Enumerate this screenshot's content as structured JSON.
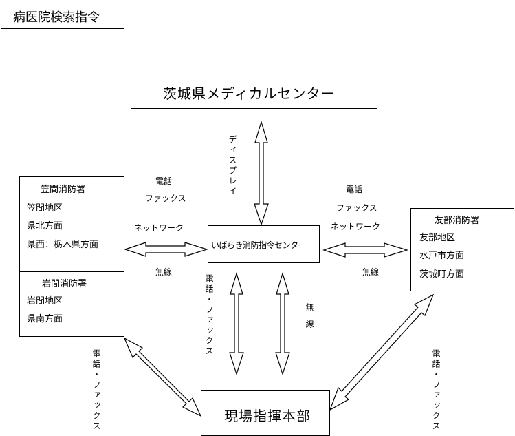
{
  "title": "病医院検索指令",
  "nodes": {
    "medical_center": "茨城県メディカルセンター",
    "dispatch_center": "いばらき消防指令センター",
    "field_hq": "現場指揮本部",
    "kasama": {
      "name": "笠間消防署",
      "areas": [
        "笠間地区",
        "県北方面",
        "県西：栃木県方面"
      ]
    },
    "iwama": {
      "name": "岩間消防署",
      "areas": [
        "岩間地区",
        "県南方面"
      ]
    },
    "tomobe": {
      "name": "友部消防署",
      "areas": [
        "友部地区",
        "水戸市方面",
        "茨城町方面"
      ]
    }
  },
  "links": {
    "display": "ディスプレイ",
    "left_phone": "電話",
    "left_fax": "ファックス",
    "left_network": "ネットワーク",
    "left_radio": "無線",
    "right_phone": "電話",
    "right_fax": "ファックス",
    "right_network": "ネットワーク",
    "right_radio": "無線",
    "center_phone_fax": "電話・ファックス",
    "center_radio": "無線",
    "lower_left_phone_fax": "電話・ファックス",
    "lower_right_phone_fax": "電話・ファックス"
  },
  "colors": {
    "line": "#000000",
    "background": "#ffffff"
  }
}
